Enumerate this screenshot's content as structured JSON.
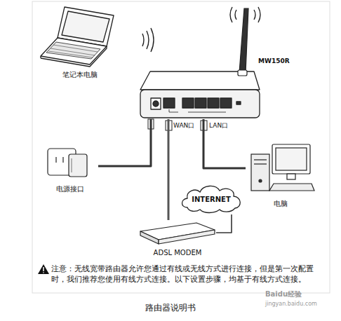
{
  "diagram": {
    "caption": "路由器说明书",
    "nodes": [
      {
        "text": [
          "笔记本电脑"
        ]
      },
      {
        "text": [
          "MW150R"
        ]
      },
      {
        "text": [
          "电源接口"
        ]
      },
      {
        "text": [
          "电脑"
        ]
      },
      {
        "text": [
          "INTERNET"
        ]
      },
      {
        "text": [
          "ADSL MODEM"
        ]
      }
    ],
    "edges": [
      {
        "from": 2,
        "to": 1,
        "arrow": "none"
      },
      {
        "from": 5,
        "to": 1,
        "arrow": "none"
      },
      {
        "from": 1,
        "to": 3,
        "arrow": "none"
      },
      {
        "from": 5,
        "to": 4,
        "arrow": "none"
      }
    ],
    "labels": [
      "WAN口",
      "LAN口",
      "注意：无线宽带路由器允许您通过有线或无线方式进行连接，但是第一次配置时，我们推荐您使用有线方式连接。以下设置步骤，均基于有线方式连接。",
      "Baidu经验",
      "jingyan.baidu.com"
    ]
  }
}
